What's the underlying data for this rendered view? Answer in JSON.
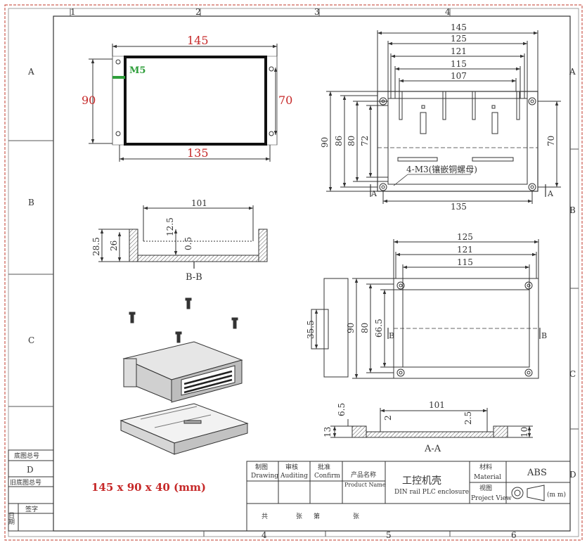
{
  "frame": {
    "col_top": [
      "1",
      "2",
      "3",
      "4"
    ],
    "col_bottom": [
      "4",
      "5",
      "6"
    ],
    "row_left": [
      "A",
      "B",
      "C",
      "D"
    ],
    "row_right": [
      "A",
      "B",
      "C",
      "D"
    ]
  },
  "topview": {
    "dim_w_top": "145",
    "dim_h_left": "90",
    "dim_h_right": "70",
    "dim_w_bottom": "135",
    "screw_label": "M5"
  },
  "rightview": {
    "dim_145": "145",
    "dim_125": "125",
    "dim_121": "121",
    "dim_115": "115",
    "dim_107": "107",
    "dim_90": "90",
    "dim_86": "86",
    "dim_80": "80",
    "dim_72": "72",
    "dim_70": "70",
    "dim_135": "135",
    "insert_note": "4-M3(镶嵌铜螺母)",
    "sect_a_left": "A",
    "sect_a_right": "A"
  },
  "sectionbb": {
    "dim_101": "101",
    "dim_125": "12.5",
    "dim_05": "0.5",
    "dim_285": "28.5",
    "dim_26": "26",
    "label": "B-B"
  },
  "bottomview": {
    "dim_125": "125",
    "dim_121": "121",
    "dim_115": "115",
    "dim_90": "90",
    "dim_80": "80",
    "dim_665": "66.5",
    "dim_355": "35.5",
    "sect_b_left": "B",
    "sect_b_right": "B"
  },
  "sectionaa": {
    "dim_101": "101",
    "dim_2": "2",
    "dim_25": "2.5",
    "dim_65": "6.5",
    "dim_13": "13",
    "dim_10": "10",
    "label": "A-A"
  },
  "size_caption": "145 x 90 x 40 (mm)",
  "left_strip": {
    "base_map_no": "底图总号",
    "old_base_map_no": "旧底图总号",
    "date": "日期",
    "signature": "签字"
  },
  "titleblock": {
    "drawing_cn": "制图",
    "drawing_en": "Drawing",
    "auditing_cn": "审核",
    "auditing_en": "Auditing",
    "confirm_cn": "批准",
    "confirm_en": "Confirm",
    "product_name_cn": "产品名称",
    "product_name_en": "Product Name",
    "product_cn": "工控机壳",
    "product_en": "DIN rail PLC enclosure",
    "material_cn": "材料",
    "material_en": "Material",
    "material_value": "ABS",
    "view_cn": "视图",
    "view_en": "Project View",
    "unit": "(m m)",
    "sheets_total": "共",
    "sheet_unit_1": "张",
    "sheet_no": "第",
    "sheet_unit_2": "张"
  },
  "colors": {
    "border_red": "#c0392b",
    "dim_red": "#c62828",
    "screw_green": "#2e9e3a",
    "line": "#333333",
    "hatch": "#555555"
  }
}
